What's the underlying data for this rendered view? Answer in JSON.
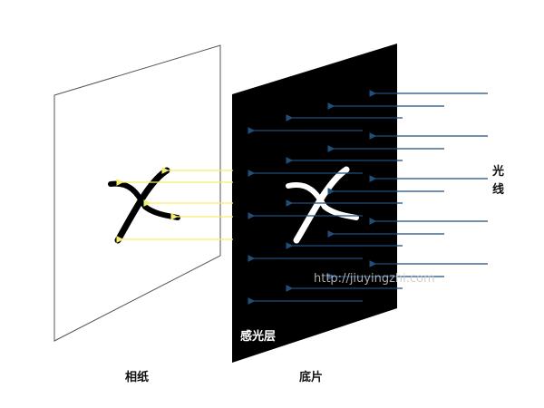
{
  "labels": {
    "film_layer": "感光层",
    "photo_paper": "相纸",
    "negative_film": "底片",
    "light": "光线"
  },
  "glyph": "X",
  "watermark": "http://jiuyingzhi.com",
  "colors": {
    "light_arrow": "#1f4e79",
    "projected_arrow": "#f5ec6a",
    "film": "#000000",
    "paper": "#ffffff"
  }
}
